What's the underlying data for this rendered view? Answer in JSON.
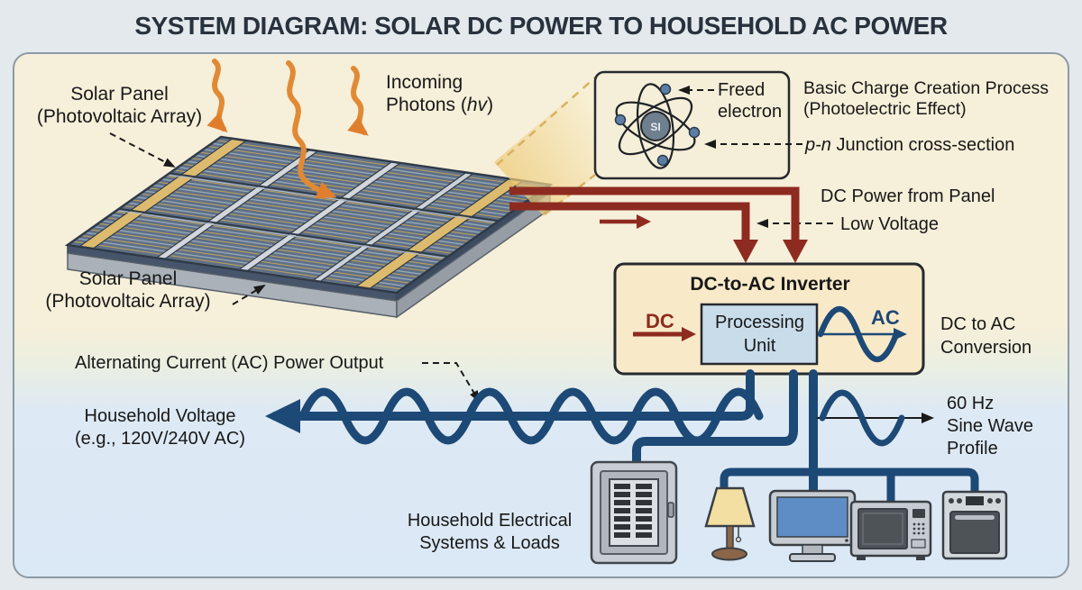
{
  "title": "SYSTEM DIAGRAM: SOLAR DC POWER TO HOUSEHOLD AC POWER",
  "panel_label_top": {
    "line1": "Solar Panel",
    "line2": "(Photovoltaic Array)"
  },
  "panel_label_bottom": {
    "line1": "Solar Panel",
    "line2": "(Photovoltaic Array)"
  },
  "photons": {
    "line1": "Incoming",
    "line2_pre": "Photons (",
    "italic": "hv",
    "line2_post": ")"
  },
  "atom": {
    "nucleus": "SI",
    "freed_line1": "Freed",
    "freed_line2": "electron"
  },
  "charge_process": {
    "line1": "Basic Charge Creation Process",
    "line2": "(Photoelectric Effect)"
  },
  "pn_junction": {
    "italic": "p-n",
    "rest": " Junction cross-section"
  },
  "dc_power_label": "DC Power from Panel",
  "low_voltage_label": "Low Voltage",
  "inverter": {
    "title": "DC-to-AC Inverter",
    "dc": "DC",
    "unit_line1": "Processing",
    "unit_line2": "Unit",
    "ac": "AC"
  },
  "dc_to_ac": {
    "line1": "DC to AC",
    "line2": "Conversion"
  },
  "ac_output_label": "Alternating Current (AC) Power Output",
  "household_voltage": {
    "line1": "Household Voltage",
    "line2": "(e.g., 120V/240V AC)"
  },
  "sine_profile": {
    "line1": "60 Hz",
    "line2": "Sine Wave",
    "line3": "Profile"
  },
  "household_loads": {
    "line1": "Household Electrical",
    "line2": "Systems & Loads"
  },
  "colors": {
    "dc_power_red": "#8e2b20",
    "ac_blue": "#1d4976",
    "photon_orange": "#e08a36",
    "panel_area_cream": "#f6efd9",
    "household_area_blue": "#dce9f4",
    "inverter_fill": "#f8e9c9",
    "processing_unit_fill": "#c9dcea",
    "atom_box_fill": "#f5eed8"
  }
}
